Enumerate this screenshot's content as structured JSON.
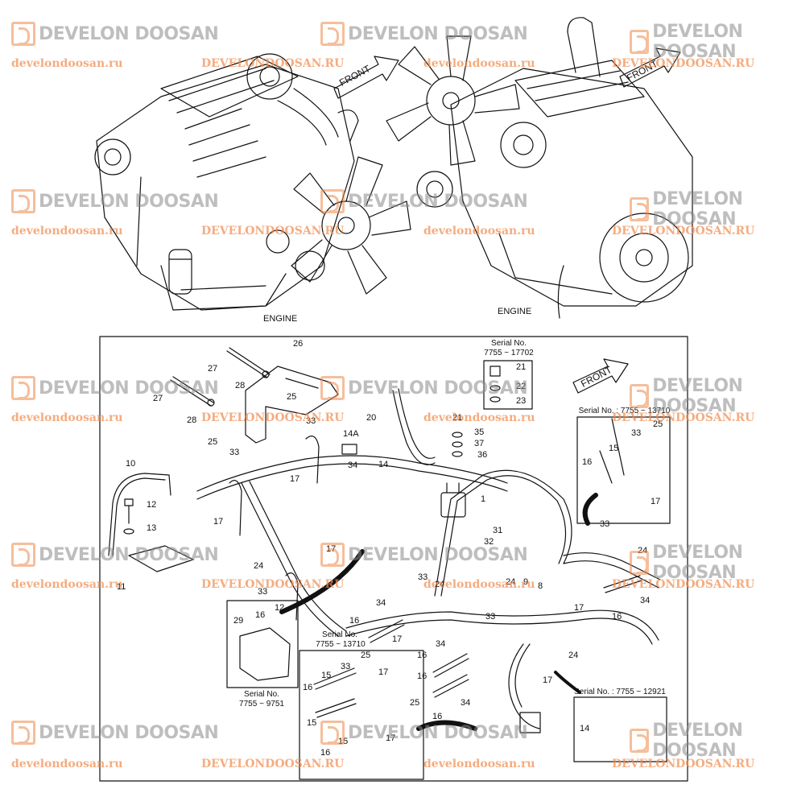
{
  "watermark": {
    "brand": "DEVELON DOOSAN",
    "url_lower": "develondoosan.ru",
    "url_upper": "DEVELONDOOSAN.RU",
    "logo_color": "#f08a4b",
    "text_color": "#8a8a8a"
  },
  "engine_views": {
    "left_caption": "ENGINE",
    "right_caption": "ENGINE",
    "front_label_left": "FRONT",
    "front_label_right": "FRONT"
  },
  "detail": {
    "front_label": "FRONT",
    "serial_boxes": {
      "top": [
        "Serial No.",
        "7755 ~ 17702"
      ],
      "right_top": "Serial No. : 7755 ~ 13710",
      "left_bottom": [
        "Serial No.",
        "7755 ~ 9751"
      ],
      "mid_bottom": [
        "Serial No.",
        "7755 ~ 13710"
      ],
      "right_bottom": "Serial No. : 7755 ~ 12921"
    },
    "part_labels": {
      "p26": "26",
      "p27a": "27",
      "p27b": "27",
      "p28a": "28",
      "p28b": "28",
      "p25a": "25",
      "p33a": "33",
      "p14A": "14A",
      "p14": "14",
      "p20": "20",
      "p21a": "21",
      "p35": "35",
      "p37": "37",
      "p36": "36",
      "p21b": "21",
      "p22": "22",
      "p23": "23",
      "p10": "10",
      "p12a": "12",
      "p13": "13",
      "p11": "11",
      "p25b": "25",
      "p33b": "33",
      "p17a": "17",
      "p17b": "17",
      "p1": "1",
      "p31": "31",
      "p32": "32",
      "p24a": "24",
      "p17c": "17",
      "p33c": "33",
      "p33d": "33",
      "p24b": "24",
      "p24c": "24",
      "p9": "9",
      "p8": "8",
      "p34a": "34",
      "p16a": "16",
      "p17d": "17",
      "p33e": "33",
      "p34b": "34",
      "p16b": "16",
      "p24d": "24",
      "p17e": "17",
      "p29": "29",
      "p16c": "16",
      "p12b": "12",
      "p15a": "15",
      "p33f": "33",
      "p25c": "25",
      "p16d": "16",
      "p17f": "17",
      "p25d": "25",
      "p15b": "15",
      "p15c": "15",
      "p16e": "16",
      "p17g": "17",
      "p16f": "16",
      "p16g": "16",
      "p34c": "34",
      "p14b": "14",
      "p33g": "33",
      "p24e": "24",
      "p34d": "34",
      "p17h": "17",
      "p16h": "16",
      "p25e": "25",
      "p33h": "33",
      "p15d": "15",
      "p16i": "16",
      "p17i": "17",
      "p34e": "34"
    }
  }
}
